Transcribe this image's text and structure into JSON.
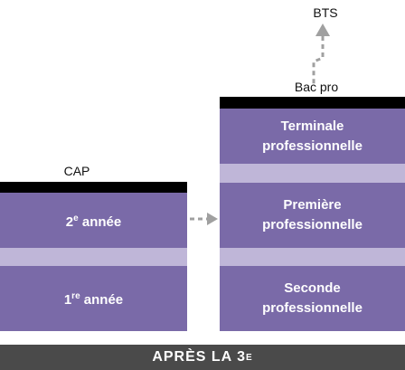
{
  "colors": {
    "block_purple": "#7a6aa8",
    "separator_lavender": "#bfb6d8",
    "header_black": "#000000",
    "footer_gray": "#4a4a4a",
    "arrow_gray": "#a0a0a0"
  },
  "labels": {
    "bts": "BTS",
    "bac_pro": "Bac pro",
    "cap": "CAP"
  },
  "cap_blocks": [
    {
      "number": "2",
      "suffix": "e",
      "text": " année"
    },
    {
      "number": "1",
      "suffix": "re",
      "text": " année"
    }
  ],
  "bac_blocks": [
    {
      "line1": "Terminale",
      "line2": "professionnelle"
    },
    {
      "line1": "Première",
      "line2": "professionnelle"
    },
    {
      "line1": "Seconde",
      "line2": "professionnelle"
    }
  ],
  "footer": {
    "text": "APRÈS LA 3",
    "suffix": "E"
  },
  "icons": {
    "cap_to_bac_arrow": "dashed-arrow-right-icon",
    "bac_to_bts_arrow": "dashed-arrow-up-icon"
  }
}
